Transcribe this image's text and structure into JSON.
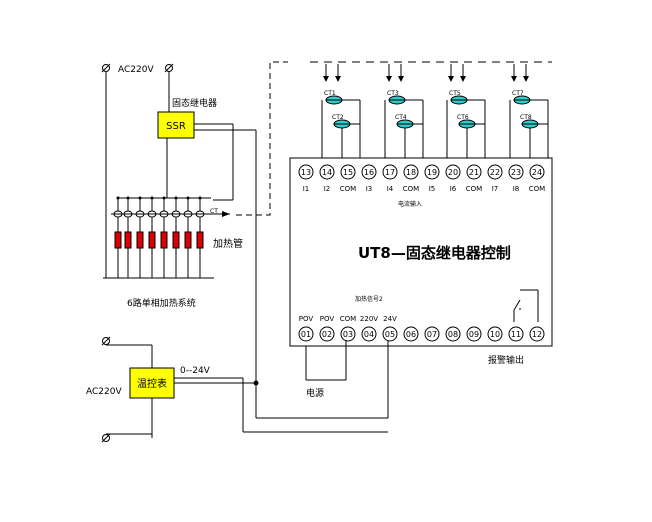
{
  "colors": {
    "line": "#000000",
    "ssr_fill": "#ffff00",
    "heater_fill": "#dd0000",
    "ct_fill": "#33cccc",
    "background": "#ffffff"
  },
  "top": {
    "ac_label": "AC220V",
    "ssr_caption": "固态继电器",
    "ssr_label": "SSR"
  },
  "heater": {
    "ct_label": "CT",
    "heater_label": "加热管",
    "system_label": "6路单相加热系统"
  },
  "bottom_left": {
    "ac_label": "AC220V",
    "controller_label": "温控表",
    "signal_label": "0--24V"
  },
  "module": {
    "title": "UT8—固态继电器控制",
    "current_input_label": "电流输入",
    "heat_signal_label": "加热信号2",
    "alarm_output_label": "报警输出",
    "power_label": "电源"
  },
  "ct_labels": [
    "CT1",
    "CT2",
    "CT3",
    "CT4",
    "CT5",
    "CT6",
    "CT7",
    "CT8"
  ],
  "top_terminals": [
    {
      "num": "13",
      "label": "I1"
    },
    {
      "num": "14",
      "label": "I2"
    },
    {
      "num": "15",
      "label": "COM"
    },
    {
      "num": "16",
      "label": "I3"
    },
    {
      "num": "17",
      "label": "I4"
    },
    {
      "num": "18",
      "label": "COM"
    },
    {
      "num": "19",
      "label": "I5"
    },
    {
      "num": "20",
      "label": "I6"
    },
    {
      "num": "21",
      "label": "COM"
    },
    {
      "num": "22",
      "label": "I7"
    },
    {
      "num": "23",
      "label": "I8"
    },
    {
      "num": "24",
      "label": "COM"
    }
  ],
  "bottom_terminals": [
    {
      "num": "01",
      "label": "POV"
    },
    {
      "num": "02",
      "label": "POV"
    },
    {
      "num": "03",
      "label": "COM"
    },
    {
      "num": "04",
      "label": "220V"
    },
    {
      "num": "05",
      "label": "24V"
    },
    {
      "num": "06",
      "label": ""
    },
    {
      "num": "07",
      "label": ""
    },
    {
      "num": "08",
      "label": ""
    },
    {
      "num": "09",
      "label": ""
    },
    {
      "num": "10",
      "label": ""
    },
    {
      "num": "11",
      "label": ""
    },
    {
      "num": "12",
      "label": ""
    }
  ]
}
